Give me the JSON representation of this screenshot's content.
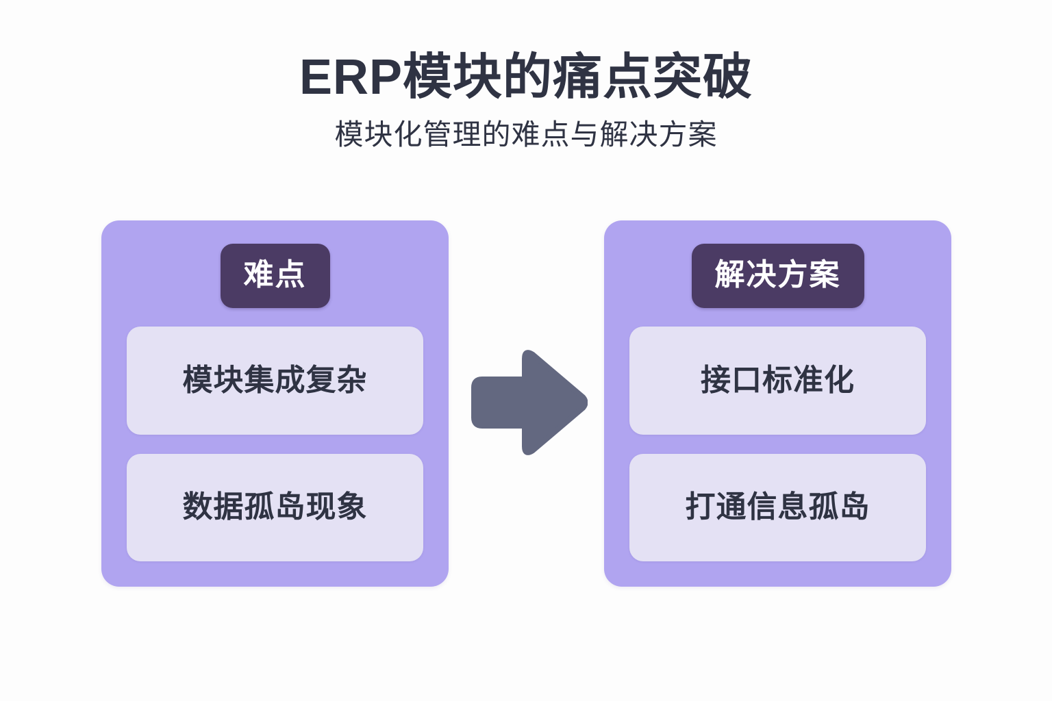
{
  "header": {
    "title": "ERP模块的痛点突破",
    "subtitle": "模块化管理的难点与解决方案"
  },
  "colors": {
    "background": "#fdfdfd",
    "card_bg": "#b0a4f0",
    "badge_bg": "#4b3b64",
    "badge_text": "#ffffff",
    "item_bg": "#e4e1f4",
    "text_dark": "#2f3343",
    "arrow": "#636880"
  },
  "diagram": {
    "type": "two-column-comparison",
    "arrow": {
      "icon": "arrow-right-icon",
      "direction": "right",
      "from": "difficulties",
      "to": "solutions"
    },
    "columns": [
      {
        "key": "difficulties",
        "badge": "难点",
        "items": [
          "模块集成复杂",
          "数据孤岛现象"
        ]
      },
      {
        "key": "solutions",
        "badge": "解决方案",
        "items": [
          "接口标准化",
          "打通信息孤岛"
        ]
      }
    ]
  }
}
